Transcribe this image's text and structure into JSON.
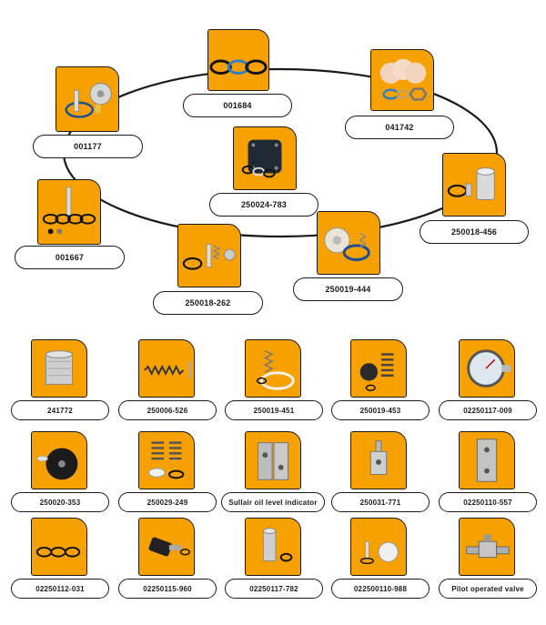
{
  "ring_parts": [
    {
      "id": "p001684",
      "label": "001684",
      "icon": "seal-rings-icon"
    },
    {
      "id": "p041742",
      "label": "041742",
      "icon": "diaphragm-kit-icon"
    },
    {
      "id": "p001177",
      "label": "001177",
      "icon": "valve-kit-icon"
    },
    {
      "id": "p250024",
      "label": "250024-783",
      "icon": "gasket-kit-icon"
    },
    {
      "id": "p250018a",
      "label": "250018-456",
      "icon": "piston-kit-icon"
    },
    {
      "id": "p001667",
      "label": "001667",
      "icon": "o-ring-kit-icon"
    },
    {
      "id": "p250019a",
      "label": "250019-444",
      "icon": "disc-spring-kit-icon"
    },
    {
      "id": "p250018b",
      "label": "250018-262",
      "icon": "poppet-kit-icon"
    }
  ],
  "grid_parts": [
    {
      "label": "241772",
      "icon": "filter-sleeve-icon"
    },
    {
      "label": "250006-526",
      "icon": "tension-spring-icon"
    },
    {
      "label": "250019-451",
      "icon": "spring-ring-kit-icon"
    },
    {
      "label": "250019-453",
      "icon": "spring-cap-kit-icon"
    },
    {
      "label": "02250117-009",
      "icon": "pressure-gauge-icon"
    },
    {
      "label": "250020-353",
      "icon": "diaphragm-disc-icon"
    },
    {
      "label": "250029-249",
      "icon": "spring-seal-kit-icon"
    },
    {
      "label": "Sullair oil level indicator",
      "icon": "oil-level-indicator-icon"
    },
    {
      "label": "250031-771",
      "icon": "valve-block-icon"
    },
    {
      "label": "02250110-557",
      "icon": "steel-block-icon"
    },
    {
      "label": "02250112-031",
      "icon": "o-rings-icon"
    },
    {
      "label": "02250115-960",
      "icon": "solenoid-icon"
    },
    {
      "label": "02250117-782",
      "icon": "filter-element-icon"
    },
    {
      "label": "022500110-988",
      "icon": "valve-seat-kit-icon"
    },
    {
      "label": "Pilot operated valve",
      "icon": "pilot-valve-icon"
    }
  ],
  "colors": {
    "tile": "#F6A100",
    "border": "#1a1a1a",
    "ring": "#1a1a1a"
  }
}
